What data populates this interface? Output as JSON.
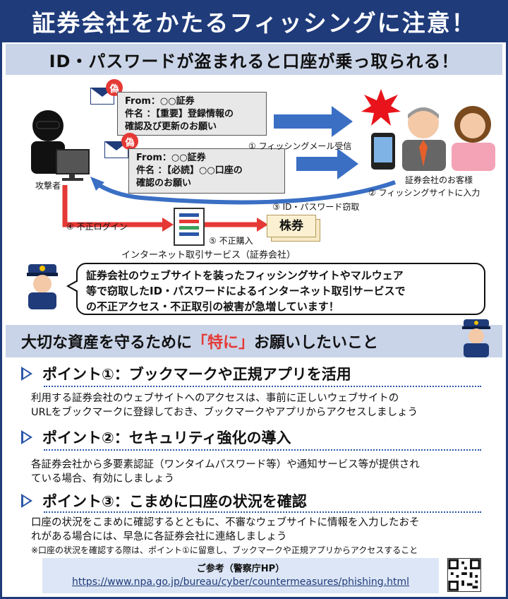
{
  "header": {
    "title": "証券会社をかたるフィッシングに注意！",
    "subtitle": "ID・パスワードが盗まれると口座が乗っ取られる！"
  },
  "diagram": {
    "fake_mark": "偽",
    "mail1": {
      "from": "From：○○証券",
      "subject": "件名 ：【重要】登録情報の",
      "subject2": "確認及び更新のお願い"
    },
    "mail2": {
      "from": "From：○○証券",
      "subject": "件名 ：【必読】○○口座の",
      "subject2": "確認のお願い"
    },
    "attacker_label": "攻撃者",
    "customer_label": "証券会社のお客様",
    "step1": "① フィッシングメール受信",
    "step2": "② フィッシングサイトに入力",
    "step3": "③ ID・パスワード窃取",
    "step4": "④ 不正ログイン",
    "step5": "⑤ 不正購入",
    "stock_label": "株券",
    "service_label": "インターネット取引サービス（証券会社）"
  },
  "warning": {
    "line1": "証券会社のウェブサイトを装ったフィッシングサイトやマルウェア",
    "line2": "等で窃取したID・パスワードによるインターネット取引サービスで",
    "line3": "の不正アクセス・不正取引の被害が急増しています！"
  },
  "section": {
    "pre": "大切な資産を守るために",
    "emph": "「特に」",
    "post": "お願いしたいこと"
  },
  "points": [
    {
      "heading": "ポイント①：ブックマークや正規アプリを活用",
      "body1": "利用する証券会社のウェブサイトへのアクセスは、事前に正しいウェブサイトの",
      "body2": "URLをブックマークに登録しておき、ブックマークやアプリからアクセスしましょう"
    },
    {
      "heading": "ポイント②：セキュリティ強化の導入",
      "body1": "各証券会社から多要素認証（ワンタイムパスワード等）や通知サービス等が提供され",
      "body2": "ている場合、有効にしましょう"
    },
    {
      "heading": "ポイント③：こまめに口座の状況を確認",
      "body1": "口座の状況をこまめに確認するとともに、不審なウェブサイトに情報を入力したおそ",
      "body2": "れがある場合には、早急に各証券会社に連絡しましょう",
      "note": "※口座の状況を確認する際は、ポイント①に留意し、ブックマークや正規アプリからアクセスすること"
    }
  ],
  "reference": {
    "title": "ご参考（警察庁HP）",
    "url": "https://www.npa.go.jp/bureau/cyber/countermeasures/phishing.html"
  },
  "colors": {
    "navy": "#1f3b7a",
    "band": "#c9d4e8",
    "red": "#e53935",
    "arrow_blue": "#3a6fc4"
  }
}
